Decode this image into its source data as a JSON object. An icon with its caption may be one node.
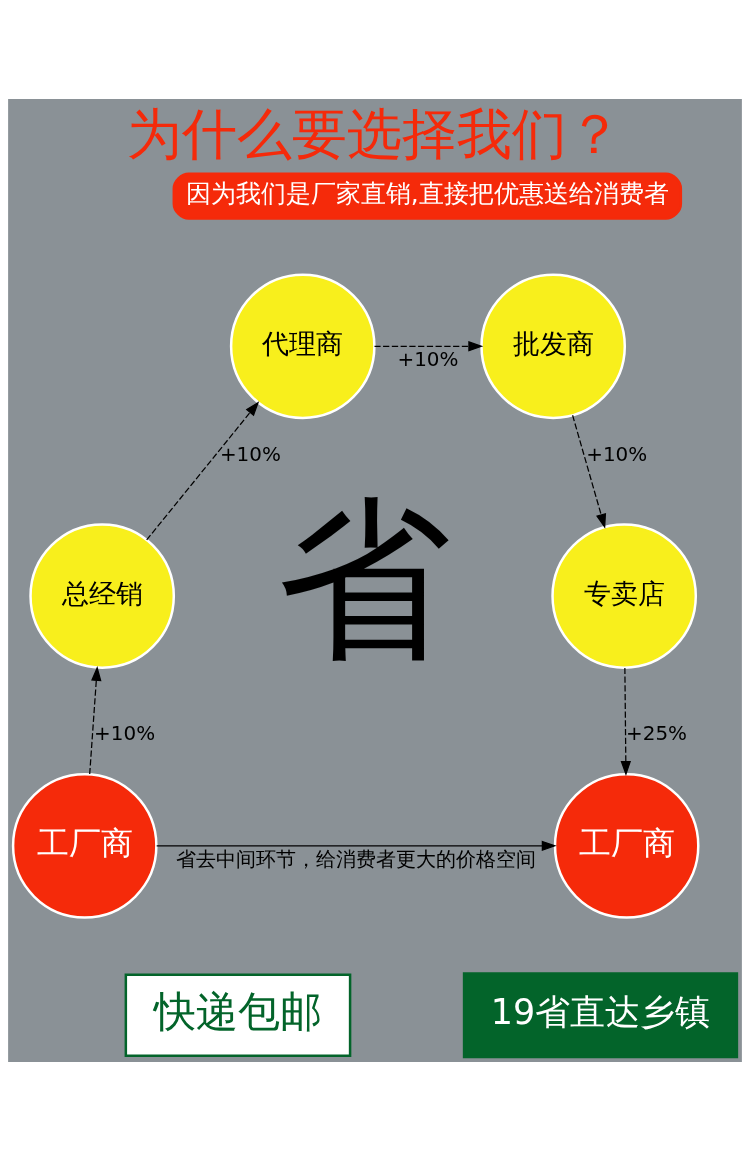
{
  "diagram": {
    "title": "为什么要选择我们？",
    "nodes": [
      {
        "text": [
          "工厂商"
        ]
      },
      {
        "text": [
          "总经销"
        ]
      },
      {
        "text": [
          "代理商"
        ]
      },
      {
        "text": [
          "批发商"
        ]
      },
      {
        "text": [
          "专卖店"
        ]
      },
      {
        "text": [
          "工厂商"
        ]
      },
      {
        "text": [
          "因为我们是厂家直销,直接把优惠送给消费者"
        ]
      },
      {
        "text": [
          "快递包邮"
        ]
      },
      {
        "text": [
          "19省直达乡镇"
        ]
      }
    ],
    "edges": [
      {
        "from": 0,
        "to": 1,
        "arrow": "to",
        "label": "+10%",
        "style": "dashed"
      },
      {
        "from": 1,
        "to": 2,
        "arrow": "to",
        "label": "+10%",
        "style": "dashed"
      },
      {
        "from": 2,
        "to": 3,
        "arrow": "to",
        "label": "+10%",
        "style": "dashed"
      },
      {
        "from": 3,
        "to": 4,
        "arrow": "to",
        "label": "+10%",
        "style": "dashed"
      },
      {
        "from": 4,
        "to": 5,
        "arrow": "to",
        "label": "+25%",
        "style": "dashed"
      },
      {
        "from": 0,
        "to": 5,
        "arrow": "to",
        "label": "省去中间环节，给消费者更大的价格空间"
      }
    ],
    "labels": [
      "省"
    ]
  }
}
